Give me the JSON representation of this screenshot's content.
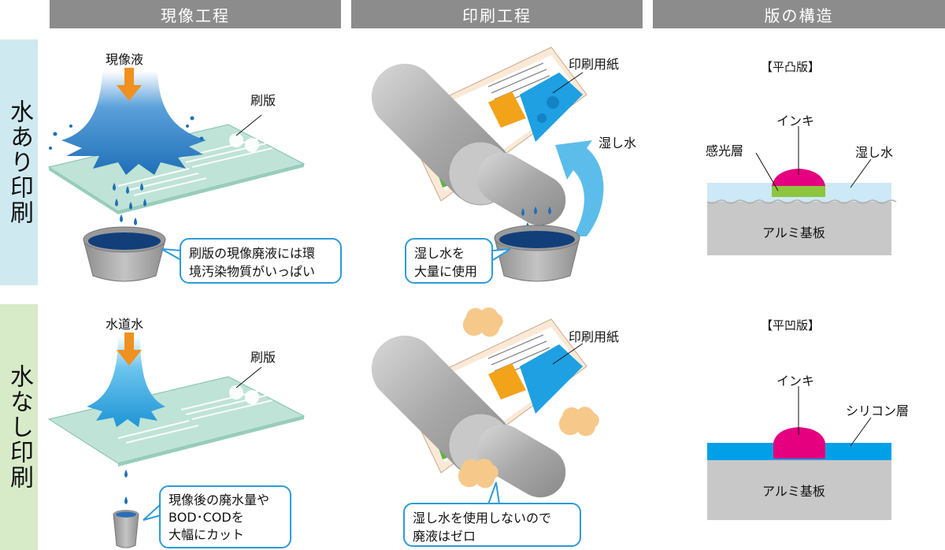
{
  "headers": {
    "development": "現像工程",
    "printing": "印刷工程",
    "plate_structure": "版の構造"
  },
  "rows": {
    "water": {
      "label": "水あり印刷",
      "developer_label": "現像液",
      "plate_label": "刷版",
      "waste_bubble": [
        "刷版の現像廃液には環",
        "境汚染物質がいっぱい"
      ],
      "paper_label": "印刷用紙",
      "dampening_label": "湿し水",
      "dampening_bubble": [
        "湿し水を",
        "大量に使用"
      ],
      "structure_title": "【平凸版】",
      "ink_label": "インキ",
      "photo_layer_label": "感光層",
      "water_layer_label": "湿し水",
      "base_label": "アルミ基板"
    },
    "waterless": {
      "label": "水なし印刷",
      "developer_label": "水道水",
      "plate_label": "刷版",
      "waste_bubble": [
        "現像後の廃水量や",
        "BOD･CODを",
        "大幅にカット"
      ],
      "paper_label": "印刷用紙",
      "no_waste_bubble": [
        "湿し水を使用しないので",
        "廃液はゼロ"
      ],
      "structure_title": "【平凹版】",
      "ink_label": "インキ",
      "silicone_label": "シリコン層",
      "base_label": "アルミ基板"
    }
  },
  "colors": {
    "header_bg": "#8c8c8c",
    "row1_bg": "#cfe9f1",
    "row2_bg": "#d8ebc9",
    "developer_blue": "#1f6fb8",
    "tap_water_blue": "#2aa4e0",
    "arrow_orange": "#f0901e",
    "plate_green": "#bfe3d6",
    "ink_magenta": "#e4007f",
    "water_layer": "#cde8f6",
    "silicone_blue": "#00a0e9",
    "aluminum_gray": "#c8c8c8",
    "photo_layer_green": "#8cc63f",
    "roller_gray": "#b4b4b4",
    "bubble_border": "#2d9bd8"
  }
}
